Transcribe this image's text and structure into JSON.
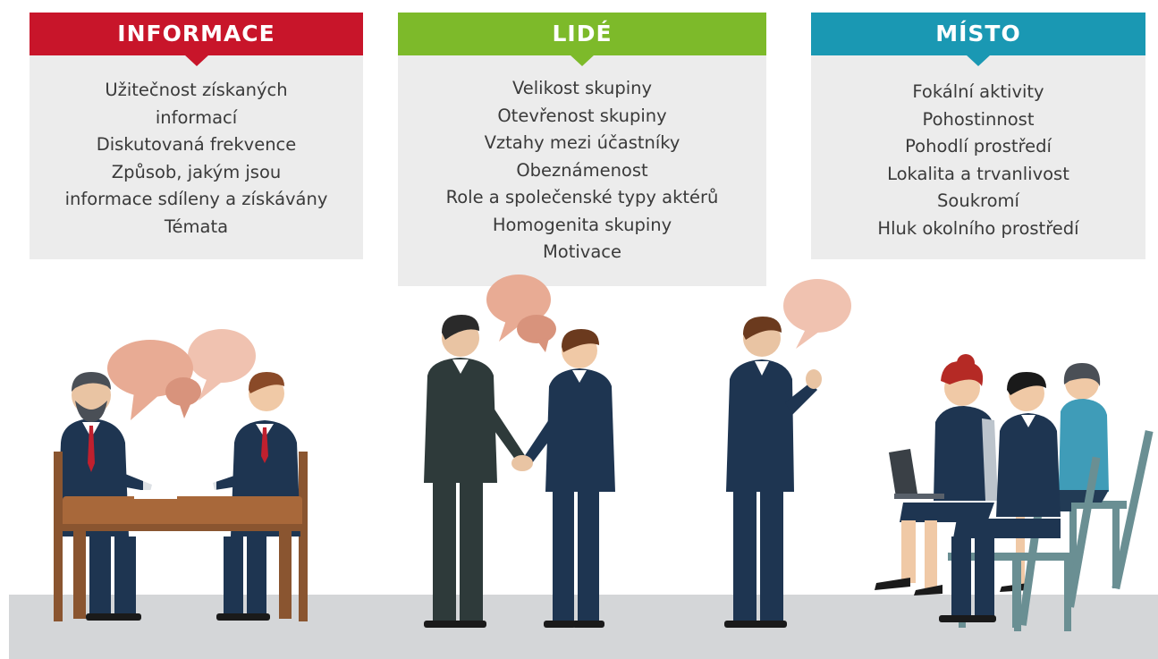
{
  "columns": [
    {
      "title": "INFORMACE",
      "color": "#c8152a",
      "lines": [
        "Užitečnost získaných",
        "informací",
        "Diskutovaná frekvence",
        "Způsob, jakým jsou",
        "informace sdíleny a získávány",
        "Témata"
      ]
    },
    {
      "title": "LIDÉ",
      "color": "#7dba2a",
      "lines": [
        "Velikost skupiny",
        "Otevřenost skupiny",
        "Vztahy mezi účastníky",
        "Obeznámenost",
        "Role a společenské typy aktérů",
        "Homogenita skupiny",
        "Motivace"
      ]
    },
    {
      "title": "MÍSTO",
      "color": "#1a98b3",
      "lines": [
        "Fokální aktivity",
        "Pohostinnost",
        "Pohodlí prostředí",
        "Lokalita a trvanlivost",
        "Soukromí",
        "Hluk okolního prostředí"
      ]
    }
  ],
  "illustration": {
    "floor_color": "#d4d6d8",
    "bubble_color": "#e8ab94",
    "scenes": [
      "table-meeting",
      "handshake",
      "speaker",
      "seated-audience"
    ]
  }
}
